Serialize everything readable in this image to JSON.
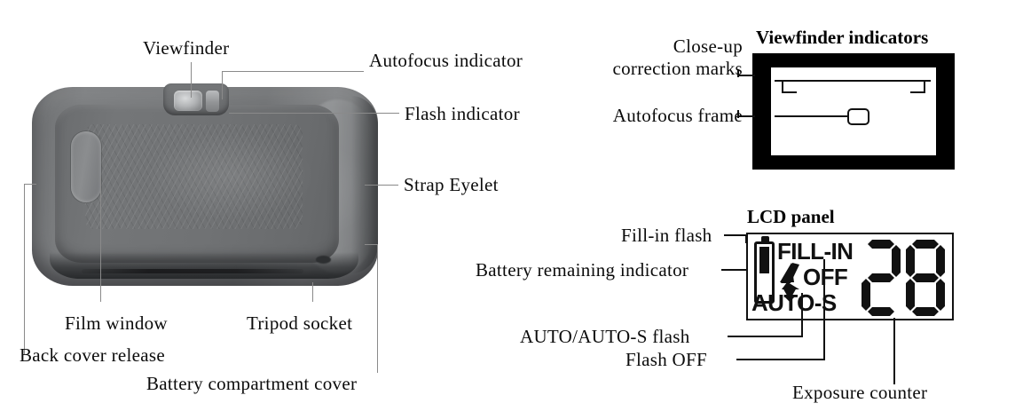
{
  "camera_diagram": {
    "labels": {
      "viewfinder": "Viewfinder",
      "autofocus_indicator": "Autofocus indicator",
      "flash_indicator": "Flash indicator",
      "strap_eyelet": "Strap Eyelet",
      "film_window": "Film window",
      "tripod_socket": "Tripod socket",
      "back_cover_release": "Back cover release",
      "battery_compartment_cover": "Battery compartment cover"
    }
  },
  "viewfinder_diagram": {
    "title": "Viewfinder indicators",
    "labels": {
      "closeup_marks_line1": "Close-up",
      "closeup_marks_line2": "correction marks",
      "autofocus_frame": "Autofocus  frame"
    }
  },
  "lcd_diagram": {
    "title": "LCD  panel",
    "labels": {
      "fill_in_flash": "Fill-in  flash",
      "battery_remaining_indicator": "Battery remaining indicator",
      "auto_flash": "AUTO/AUTO-S  flash",
      "flash_off": "Flash  OFF",
      "exposure_counter": "Exposure  counter"
    },
    "screen": {
      "fill_in": "FILL-IN",
      "off": "OFF",
      "auto_s": "AUTO-S",
      "counter": "28"
    }
  },
  "colors": {
    "ink": "#0b0b0b",
    "leader": "#8a8a8a",
    "lcd_black": "#111111",
    "page_bg": "#ffffff"
  }
}
